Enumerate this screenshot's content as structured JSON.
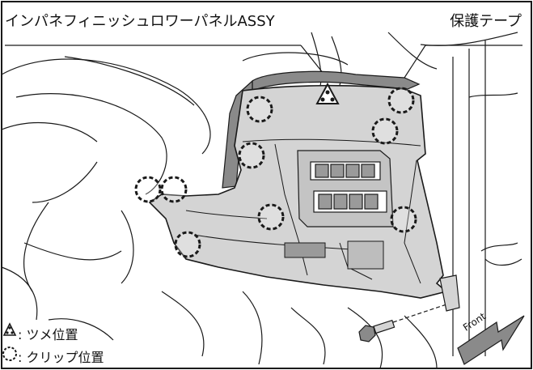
{
  "labels": {
    "panel_assy": "インパネフィニッシュロワーパネルASSY",
    "protective_tape": "保護テープ"
  },
  "legend": {
    "tab": ": ツメ位置",
    "clip": ": クリップ位置"
  },
  "front_arrow": "Front",
  "colors": {
    "line": "#1a1a1a",
    "panel_fill": "#d4d4d4",
    "tape_fill": "#8a8a8a",
    "switch_fill": "#9a9a9a"
  }
}
